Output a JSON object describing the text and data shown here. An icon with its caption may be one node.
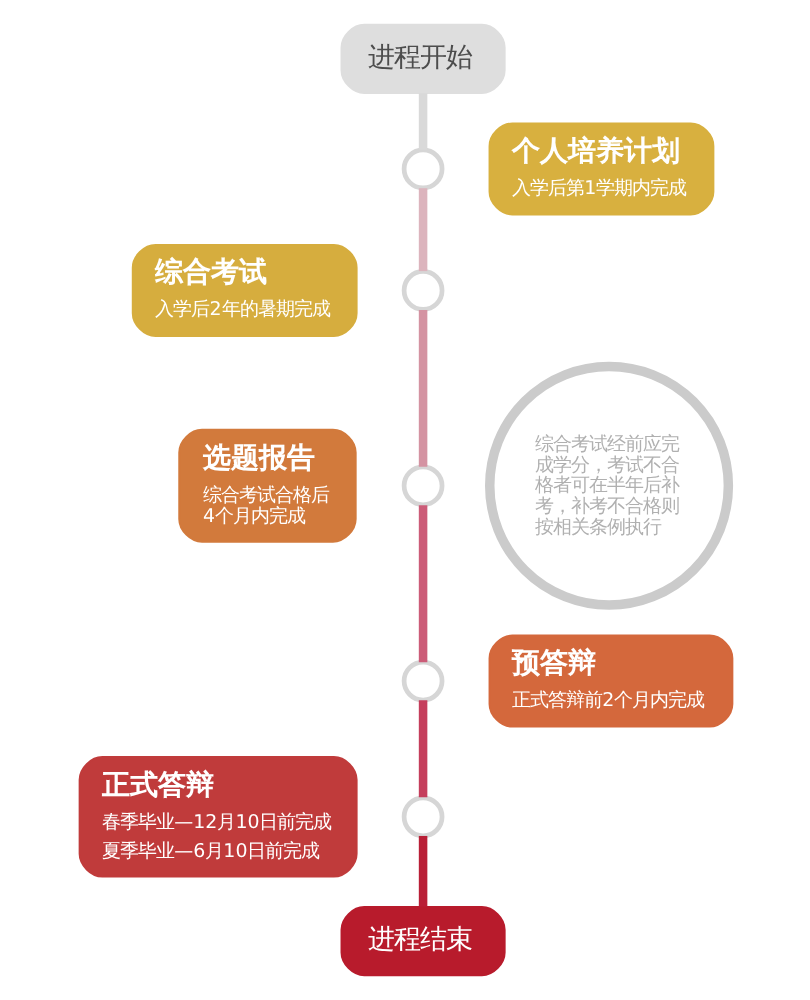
{
  "diagram": {
    "nodes": [
      {
        "text": [
          "进程开始"
        ]
      },
      {
        "text": [],
        "shape": "circle"
      },
      {
        "text": [
          "个人培养计划",
          "入学后第1学期内完成"
        ]
      },
      {
        "text": [],
        "shape": "circle"
      },
      {
        "text": [
          "综合考试",
          "入学后2年的暑期完成"
        ]
      },
      {
        "text": [
          "综合考试经前应完成学分，考试不合格者可在半年后补考，补考不合格则按相关条例执行"
        ]
      },
      {
        "text": [],
        "shape": "circle"
      },
      {
        "text": [
          "选题报告",
          "综合考试合格后4个月内完成"
        ]
      },
      {
        "text": [],
        "shape": "circle"
      },
      {
        "text": [
          "预答辩",
          "正式答辩前2个月内完成"
        ]
      },
      {
        "text": [],
        "shape": "circle"
      },
      {
        "text": [
          "正式答辩",
          "春季毕业—12月10日前完成",
          "夏季毕业—6月10日前完成"
        ]
      },
      {
        "text": [
          "进程结束"
        ]
      }
    ],
    "edges": [
      {
        "from": 0,
        "to": 1,
        "arrow": "none",
        "color": "#d9d9d9"
      },
      {
        "from": 1,
        "to": 3,
        "arrow": "none",
        "color": "#dcb4bd"
      },
      {
        "from": 3,
        "to": 6,
        "arrow": "none",
        "color": "#d493a2"
      },
      {
        "from": 6,
        "to": 8,
        "arrow": "none",
        "color": "#cc5c78"
      },
      {
        "from": 8,
        "to": 10,
        "arrow": "none",
        "color": "#c53e5c"
      },
      {
        "from": 10,
        "to": 12,
        "arrow": "none",
        "color": "#b91f36"
      }
    ]
  }
}
